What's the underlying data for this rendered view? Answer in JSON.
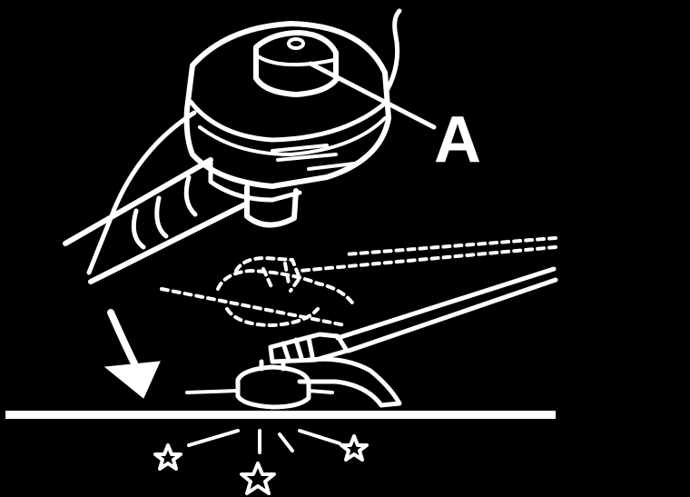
{
  "diagram": {
    "callouts": [
      {
        "id": "A",
        "label": "A",
        "target": "bump-knob"
      }
    ],
    "colors": {
      "background": "#000000",
      "ink": "#ffffff"
    },
    "components": [
      "trimmer-head-closeup",
      "bump-knob",
      "cutting-line",
      "drive-shaft-tube",
      "trimmer-shown-raised",
      "trimmer-shown-tapping-ground",
      "motion-arrow",
      "ground-line",
      "impact-stars"
    ]
  }
}
